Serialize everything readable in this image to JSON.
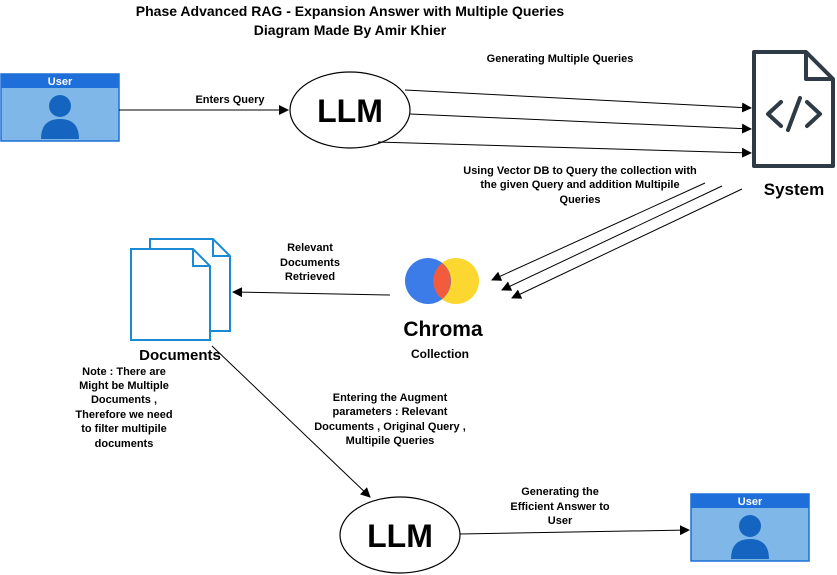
{
  "title": {
    "line1": "Phase Advanced RAG - Expansion Answer with Multiple Queries",
    "line2": "Diagram Made By Amir Khier"
  },
  "nodes": {
    "user_top": {
      "label": "User"
    },
    "llm_top": {
      "label": "LLM"
    },
    "system": {
      "label": "System"
    },
    "chroma": {
      "label": "Chroma",
      "sublabel": "Collection"
    },
    "documents": {
      "label": "Documents"
    },
    "llm_bottom": {
      "label": "LLM"
    },
    "user_bottom": {
      "label": "User"
    }
  },
  "edges": {
    "enters_query": "Enters Query",
    "generating_queries": "Generating Multiple Queries",
    "vector_db": [
      "Using Vector DB to Query the collection with",
      "the given Query and addition Multipile",
      "Queries"
    ],
    "relevant_docs": [
      "Relevant",
      "Documents",
      "Retrieved"
    ],
    "augment": [
      "Entering the Augment",
      "parameters : Relevant",
      "Documents , Original Query ,",
      "Multipile Queries"
    ],
    "efficient_answer": [
      "Generating the",
      "Efficient Answer to",
      "User"
    ]
  },
  "note": [
    "Note : There are",
    "Might be Multiple",
    "Documents ,",
    "Therefore we need",
    "to filter multipile",
    "documents"
  ],
  "colors": {
    "user_fill": "#7fb8e8",
    "user_header": "#1e6fd9",
    "user_figure": "#1565c0",
    "doc_stroke": "#1a8ad4",
    "chroma_blue": "#3b7ce9",
    "chroma_red": "#f25c3c",
    "chroma_yellow": "#fcd730"
  }
}
